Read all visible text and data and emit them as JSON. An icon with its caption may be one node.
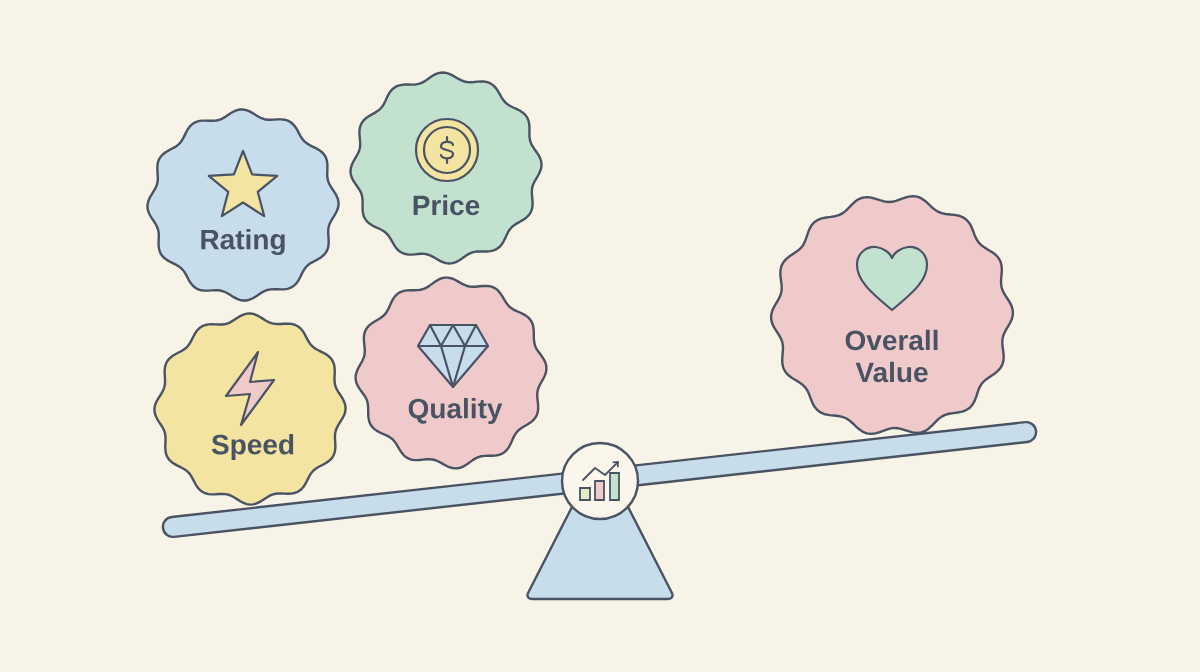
{
  "diagram": {
    "nodes": [
      {
        "text": [
          "Rating"
        ]
      },
      {
        "text": [
          "Price"
        ]
      },
      {
        "text": [
          "Speed"
        ]
      },
      {
        "text": [
          "Quality"
        ]
      },
      {
        "text": [
          "Overall Value"
        ]
      }
    ]
  }
}
